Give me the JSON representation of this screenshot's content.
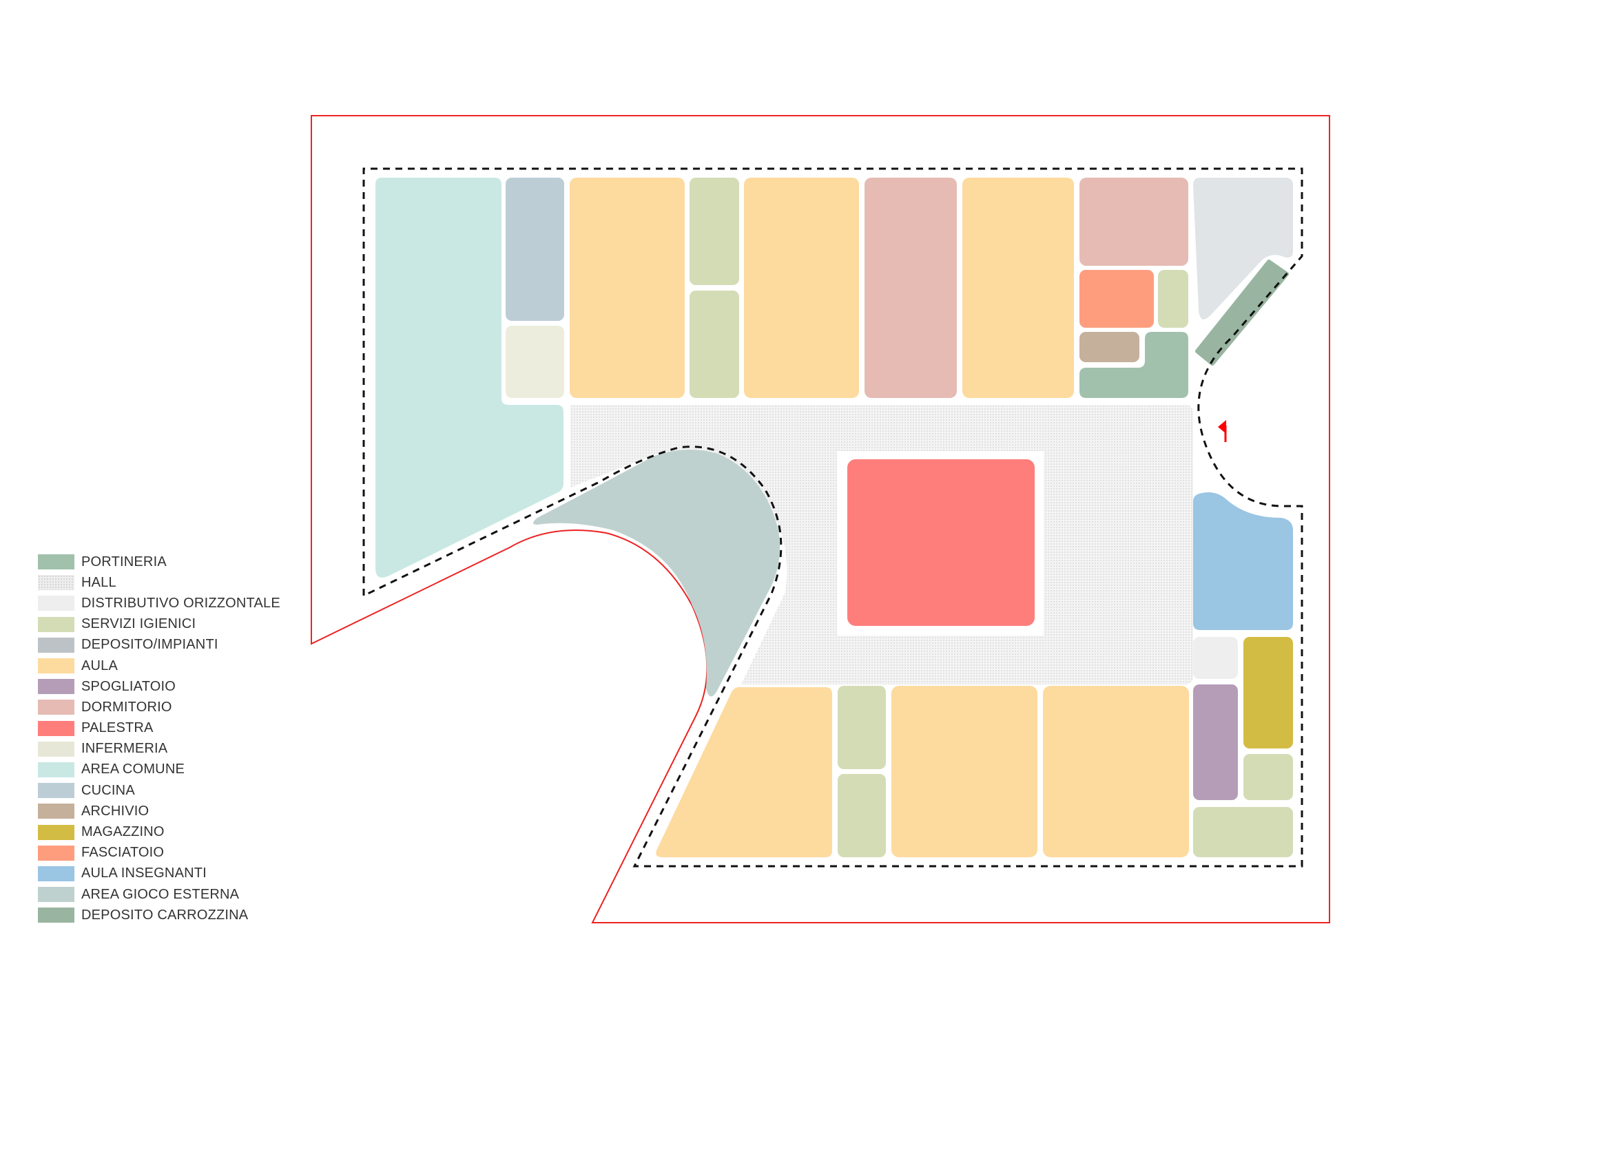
{
  "colors": {
    "site_boundary": "#ee2222",
    "building_outline": "#111111",
    "entrance_arrow": "#ff0000",
    "hall_dot": "#d3d3d3",
    "hall_bg": "#f4f4f4"
  },
  "legend": [
    {
      "id": "portineria",
      "label": "PORTINERIA",
      "color": "#a1c1ad"
    },
    {
      "id": "hall",
      "label": "HALL",
      "color": "#eeeeee",
      "pattern": "dotted"
    },
    {
      "id": "distributivo",
      "label": "DISTRIBUTIVO ORIZZONTALE",
      "color": "#eeeeee"
    },
    {
      "id": "servizi",
      "label": "SERVIZI IGIENICI",
      "color": "#d4dcb6"
    },
    {
      "id": "deposito",
      "label": "DEPOSITO/IMPIANTI",
      "color": "#bcc2c6"
    },
    {
      "id": "aula",
      "label": "AULA",
      "color": "#fdda9e"
    },
    {
      "id": "spogliatoio",
      "label": "SPOGLIATOIO",
      "color": "#b59db8"
    },
    {
      "id": "dormitorio",
      "label": "DORMITORIO",
      "color": "#e5bbb4"
    },
    {
      "id": "palestra",
      "label": "PALESTRA",
      "color": "#fe7e7c"
    },
    {
      "id": "infermeria",
      "label": "INFERMERIA",
      "color": "#e7e7d7"
    },
    {
      "id": "area_comune",
      "label": "AREA COMUNE",
      "color": "#c9e8e4"
    },
    {
      "id": "cucina",
      "label": "CUCINA",
      "color": "#bccdd6"
    },
    {
      "id": "archivio",
      "label": "ARCHIVIO",
      "color": "#c5b09b"
    },
    {
      "id": "magazzino",
      "label": "MAGAZZINO",
      "color": "#d3bc43"
    },
    {
      "id": "fasciatoio",
      "label": "FASCIATOIO",
      "color": "#fe9d7e"
    },
    {
      "id": "aula_insegnanti",
      "label": "AULA INSEGNANTI",
      "color": "#9ac5e3"
    },
    {
      "id": "area_gioco",
      "label": "AREA GIOCO ESTERNA",
      "color": "#bed1ce"
    },
    {
      "id": "deposito_carrozzina",
      "label": "DEPOSITO CARROZZINA",
      "color": "#99b5a1"
    }
  ]
}
